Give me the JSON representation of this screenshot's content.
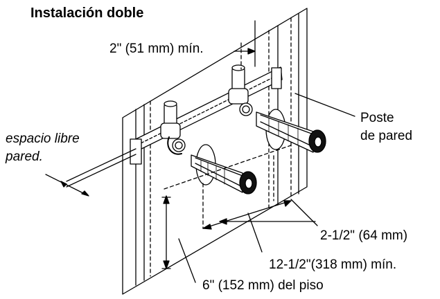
{
  "title": "Instalación doble",
  "labels": {
    "min_top": "2\" (51 mm) mín.",
    "stud_line1": "Poste",
    "stud_line2": "de pared",
    "clearance_line1": "espacio libre",
    "clearance_line2": "pared.",
    "center_spacing": "2-1/2\" (64 mm)",
    "min_spacing": "12-1/2\"(318 mm) mín.",
    "floor_height": "6\" (152 mm) del piso"
  },
  "colors": {
    "ink": "#000000",
    "background": "#ffffff"
  }
}
